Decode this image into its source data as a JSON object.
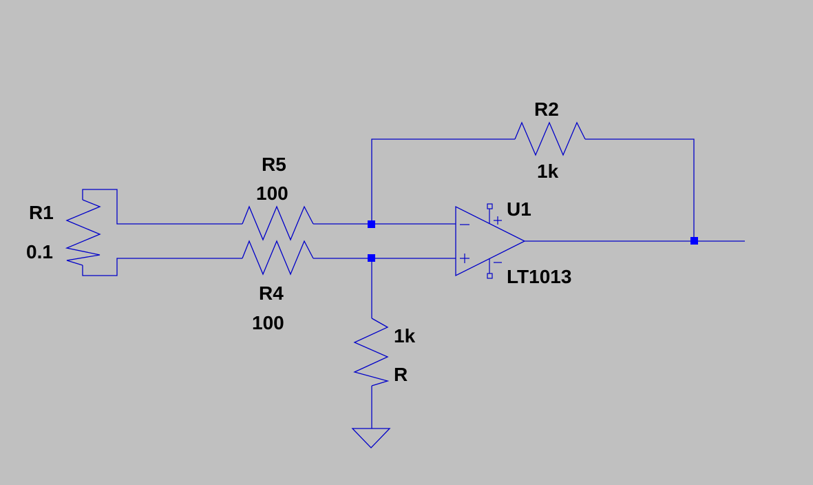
{
  "components": {
    "r1": {
      "ref": "R1",
      "value": "0.1"
    },
    "r2": {
      "ref": "R2",
      "value": "1k"
    },
    "r4": {
      "ref": "R4",
      "value": "100"
    },
    "r5": {
      "ref": "R5",
      "value": "100"
    },
    "r_ground": {
      "ref": "R",
      "value": "1k"
    },
    "u1": {
      "ref": "U1",
      "value": "LT1013"
    }
  },
  "colors": {
    "background": "#c0c0c0",
    "wire": "#0000c8",
    "junction": "#0000ff",
    "text": "#000000"
  }
}
